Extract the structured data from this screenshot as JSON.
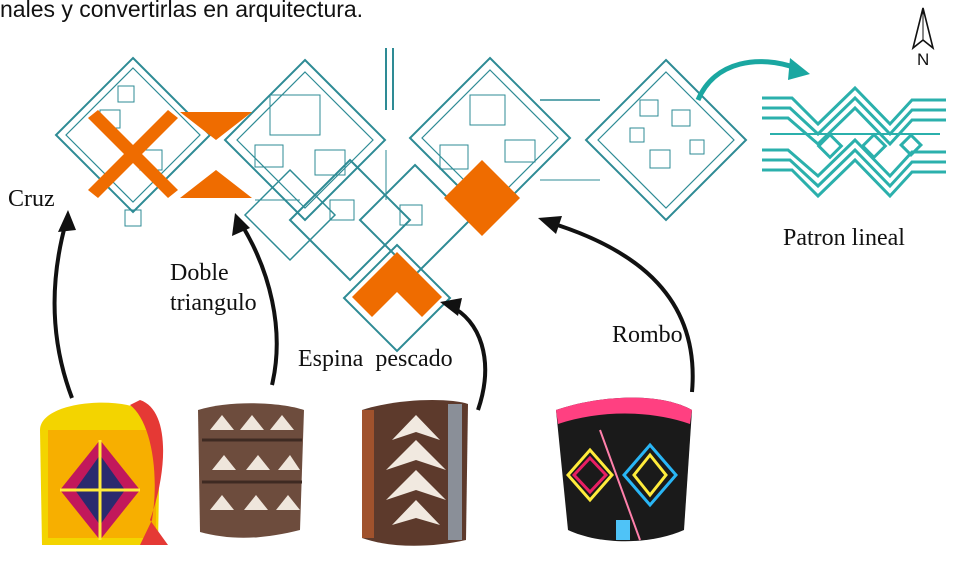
{
  "caption": "nales y convertirlas en arquitectura.",
  "north": "N",
  "labels": {
    "cruz": "Cruz",
    "doble_line1": "Doble",
    "doble_line2": "triangulo",
    "espina": "Espina  pescado",
    "rombo": "Rombo",
    "patron": "Patron lineal"
  },
  "colors": {
    "plan_lines": "#2e8b95",
    "accent_orange": "#ef6c00",
    "arrow_teal": "#1aa7a1",
    "pattern_teal": "#2bb0ac",
    "arrows": "#111111"
  }
}
